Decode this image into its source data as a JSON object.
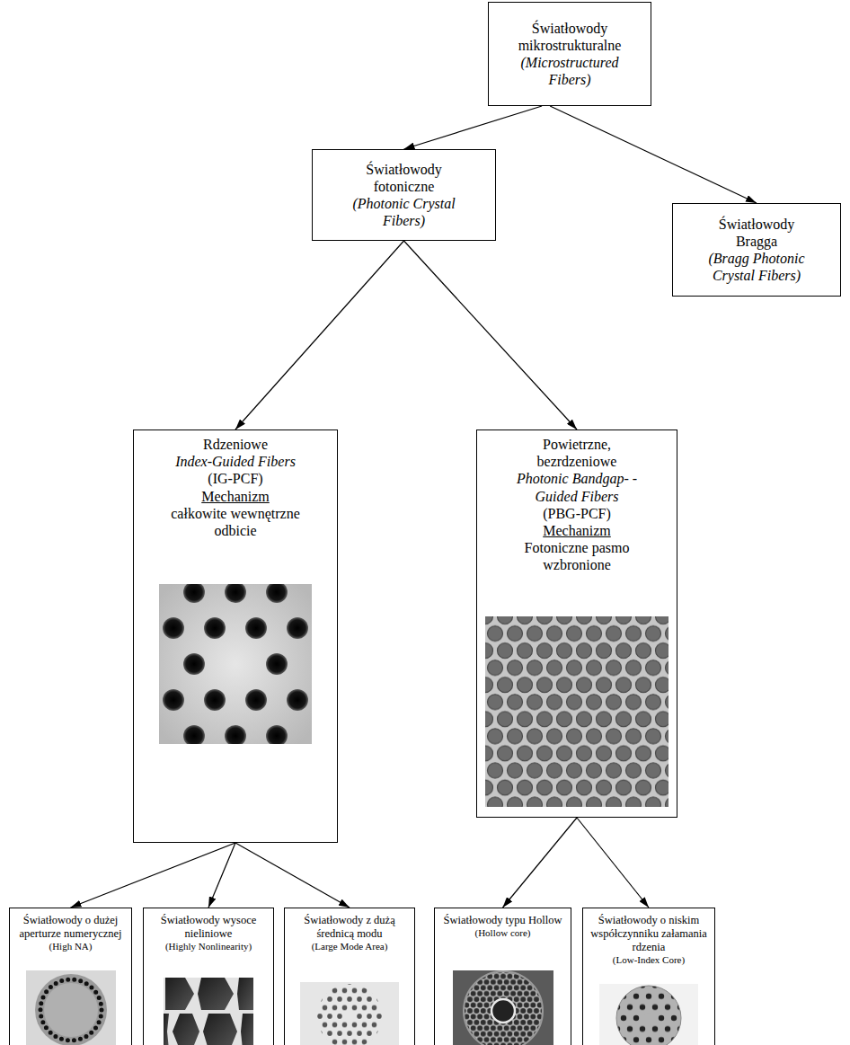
{
  "diagram": {
    "nodes": [
      {
        "text": [
          "Światłowody mikrostrukturalne",
          "(Microstructured Fibers)"
        ]
      },
      {
        "text": [
          "Światłowody fotoniczne",
          "(Photonic Crystal Fibers)"
        ]
      },
      {
        "text": [
          "Światłowody Bragga",
          "(Bragg Photonic Crystal Fibers)"
        ]
      },
      {
        "text": [
          "Rdzeniowe",
          "Index-Guided Fibers",
          "(IG-PCF)",
          "Mechanizm",
          "całkowite wewnętrzne odbicie"
        ]
      },
      {
        "text": [
          "Powietrzne, bezrdzeniowe",
          "Photonic Bandgap- -Guided Fibers",
          "(PBG-PCF)",
          "Mechanizm",
          "Fotoniczne pasmo wzbronione"
        ]
      },
      {
        "text": [
          "Światłowody o dużej aperturze numerycznej",
          "(High NA)"
        ]
      },
      {
        "text": [
          "Światłowody wysoce nieliniowe",
          "(Highly Nonlinearity)"
        ]
      },
      {
        "text": [
          "Światłowody z dużą średnicą modu",
          "(Large Mode Area)"
        ]
      },
      {
        "text": [
          "Światłowody typu Hollow",
          "(Hollow core)"
        ]
      },
      {
        "text": [
          "Światłowody o niskim współczynniku załamania rdzenia",
          "(Low-Index Core)"
        ]
      }
    ],
    "edges": [
      {
        "from": 0,
        "to": 1,
        "arrow": "to"
      },
      {
        "from": 0,
        "to": 2,
        "arrow": "to"
      },
      {
        "from": 1,
        "to": 3,
        "arrow": "to"
      },
      {
        "from": 1,
        "to": 4,
        "arrow": "to"
      },
      {
        "from": 3,
        "to": 5,
        "arrow": "to"
      },
      {
        "from": 3,
        "to": 6,
        "arrow": "to"
      },
      {
        "from": 3,
        "to": 7,
        "arrow": "to"
      },
      {
        "from": 4,
        "to": 8,
        "arrow": "to"
      },
      {
        "from": 4,
        "to": 9,
        "arrow": "to"
      }
    ]
  }
}
